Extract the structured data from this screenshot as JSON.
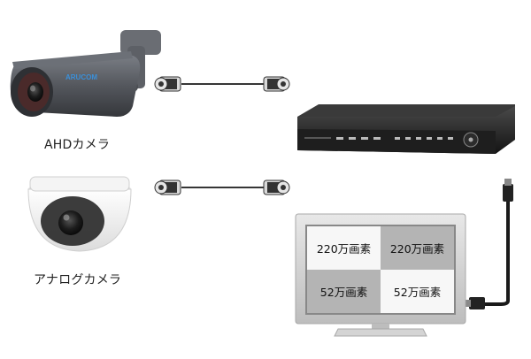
{
  "cameras": [
    {
      "label": "AHDカメラ",
      "brand": "ARUCOM",
      "type": "bullet"
    },
    {
      "label": "アナログカメラ",
      "type": "dome"
    }
  ],
  "monitor": {
    "cells": [
      {
        "text": "220万画素",
        "shade": "light"
      },
      {
        "text": "220万画素",
        "shade": "dark"
      },
      {
        "text": "52万画素",
        "shade": "dark"
      },
      {
        "text": "52万画素",
        "shade": "light"
      }
    ]
  },
  "colors": {
    "camera_body": "#5a5d63",
    "recorder_body": "#2a2a2a",
    "monitor_frame": "#c9c9c9",
    "cable": "#1a1a1a"
  }
}
